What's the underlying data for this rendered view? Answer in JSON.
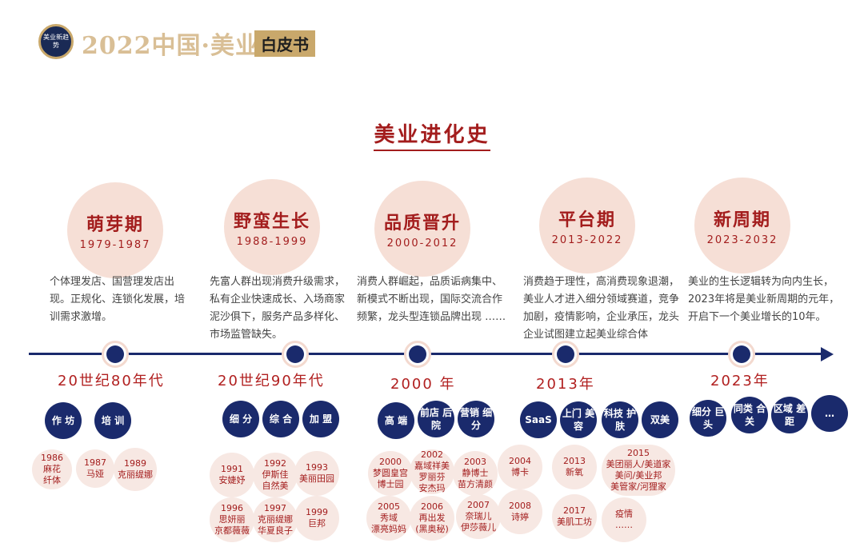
{
  "header": {
    "logo_text": "美业新趋势",
    "brand": "2022中国·美业",
    "tag": "白皮书"
  },
  "title": "美业进化史",
  "periods": [
    {
      "name": "萌芽期",
      "years": "1979-1987",
      "desc": "个体理发店、国营理发店出现。正规化、连锁化发展，培训需求激增。"
    },
    {
      "name": "野蛮生长",
      "years": "1988-1999",
      "desc": "先富人群出现消费升级需求，私有企业快速成长、入场商家泥沙俱下，服务产品多样化、市场监管缺失。"
    },
    {
      "name": "品质晋升",
      "years": "2000-2012",
      "desc": "消费人群崛起，品质诟病集中、新模式不断出现，国际交流合作频繁，龙头型连锁品牌出现 ……"
    },
    {
      "name": "平台期",
      "years": "2013-2022",
      "desc": "消费趋于理性，高消费现象退潮，美业人才进入细分领域赛道，竞争加剧，疫情影响，企业承压，龙头企业试图建立起美业综合体"
    },
    {
      "name": "新周期",
      "years": "2023-2032",
      "desc": "美业的生长逻辑转为向内生长，2023年将是美业新周期的元年，开启下一个美业增长的10年。"
    }
  ],
  "eras": [
    "20世纪80年代",
    "20世纪90年代",
    "2000 年",
    "2013年",
    "2023年"
  ],
  "bubbles": [
    "作\n坊",
    "培\n训",
    "细\n分",
    "综\n合",
    "加\n盟",
    "高\n端",
    "前店\n后院",
    "营销\n细分",
    "SaaS",
    "上门\n美容",
    "科技\n护肤",
    "双美",
    "细分\n巨头",
    "同类\n合关",
    "区域\n差距",
    "…"
  ],
  "brands": [
    "1986\n麻花\n纤体",
    "1987\n马娅",
    "1989\n克丽缇娜",
    "1991\n安婕妤",
    "1992\n伊斯佳\n自然美",
    "1993\n美丽田园",
    "1996\n思妍丽\n京都薇薇",
    "1997\n克丽缇娜\n华夏良子",
    "1999\n巨邦",
    "2000\n梦圆皇宫\n博士园",
    "2002\n嘉域祥美\n罗丽芬\n安杰玛",
    "2003\n静博士\n苗方清颜",
    "2004\n博卡",
    "2005\n秀域\n漂亮妈妈",
    "2006\n再出发\n(黑奥秘)",
    "2007\n奈瑞儿\n伊莎薇儿",
    "2008\n诗婷",
    "2013\n新氧",
    "2015\n美团丽人/美道家\n美问/美业邦\n美管家/河狸家",
    "2017\n美肌工坊",
    "疫情\n……"
  ]
}
